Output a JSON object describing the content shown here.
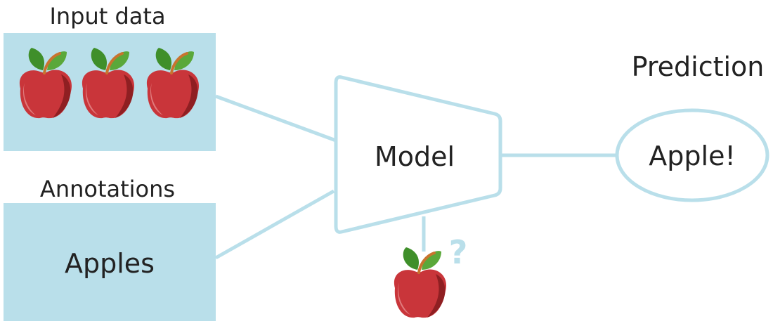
{
  "input_data": {
    "label": "Input data",
    "apple_count": 3
  },
  "annotations": {
    "label": "Annotations",
    "value": "Apples"
  },
  "model": {
    "label": "Model",
    "query": "?"
  },
  "prediction": {
    "label": "Prediction",
    "value": "Apple!"
  },
  "colors": {
    "box_fill": "#b9dfea",
    "line": "#b9dfea",
    "apple_red": "#c9353a",
    "leaf_green": "#3f8f2a"
  }
}
